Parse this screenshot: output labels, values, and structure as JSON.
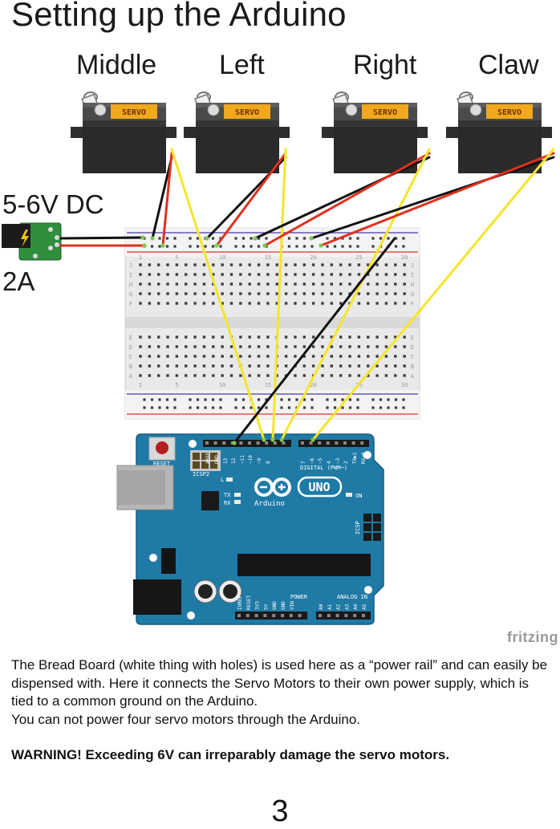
{
  "title": "Setting up the Arduino",
  "servos": [
    {
      "label": "Middle",
      "chip_text": "SERVO"
    },
    {
      "label": "Left",
      "chip_text": "SERVO"
    },
    {
      "label": "Right",
      "chip_text": "SERVO"
    },
    {
      "label": "Claw",
      "chip_text": "SERVO"
    }
  ],
  "power": {
    "voltage_label": "5-6V DC",
    "current_label": "2A"
  },
  "breadboard": {
    "column_numbers": [
      "1",
      "5",
      "10",
      "15",
      "20",
      "25",
      "30"
    ],
    "row_letters_top": [
      "J",
      "I",
      "H",
      "G",
      "F"
    ],
    "row_letters_bottom": [
      "E",
      "D",
      "C",
      "B",
      "A"
    ]
  },
  "arduino": {
    "reset_label": "RESET",
    "icsp2_label": "ICSP2",
    "icsp_label": "ICSP",
    "digital_label": "DIGITAL (PWM~)",
    "power_label": "POWER",
    "analog_label": "ANALOG IN",
    "board_name": "Arduino",
    "uno_label": "UNO",
    "on_label": "ON",
    "led_l": "L",
    "led_tx": "TX",
    "led_rx": "RX",
    "digital_pins": [
      "AREF",
      "GND",
      "13",
      "12",
      "~11",
      "~10",
      "~9",
      "8",
      "7",
      "~6",
      "~5",
      "4",
      "~3",
      "2",
      "TX▶1",
      "RX◀0"
    ],
    "power_pins": [
      "IOREF",
      "RESET",
      "3V3",
      "5V",
      "GND",
      "GND",
      "VIN"
    ],
    "analog_pins": [
      "A0",
      "A1",
      "A2",
      "A3",
      "A4",
      "A5"
    ]
  },
  "watermark": "fritzing",
  "description": [
    "The Bread Board (white thing with holes) is used here as a “power rail” and can easily be dispensed with. Here it connects the Servo Motors to their own power supply, which is tied to a common ground on the Arduino.",
    "You can not power four servo motors through the Arduino."
  ],
  "warning": "WARNING! Exceeding 6V can irreparably damage the servo motors.",
  "page_number": "3",
  "colors": {
    "wire_black": "#111111",
    "wire_red": "#e0301e",
    "wire_yellow": "#f5e52a",
    "arduino_blue": "#1f7aa6",
    "servo_body": "#2a2a2a",
    "servo_sticker": "#f2a81d"
  }
}
